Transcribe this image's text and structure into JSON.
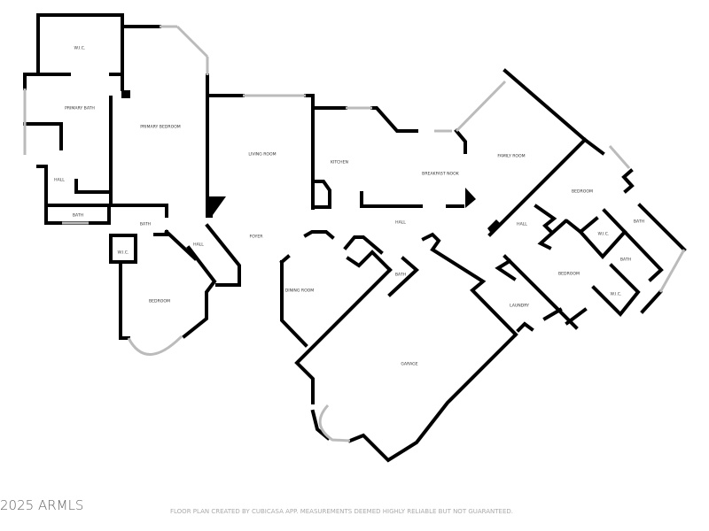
{
  "rooms": [
    {
      "label": "W.I.C."
    },
    {
      "label": "PRIMARY BATH"
    },
    {
      "label": "PRIMARY BEDROOM"
    },
    {
      "label": "LIVING ROOM"
    },
    {
      "label": "KITCHEN"
    },
    {
      "label": "BREAKFAST NOOK"
    },
    {
      "label": "FAMILY ROOM"
    },
    {
      "label": "BEDROOM"
    },
    {
      "label": "HALL"
    },
    {
      "label": "BATH"
    },
    {
      "label": "BATH"
    },
    {
      "label": "HALL"
    },
    {
      "label": "W.I.C."
    },
    {
      "label": "FOYER"
    },
    {
      "label": "HALL"
    },
    {
      "label": "HALL"
    },
    {
      "label": "W.I.C."
    },
    {
      "label": "BATH"
    },
    {
      "label": "BATH"
    },
    {
      "label": "BEDROOM"
    },
    {
      "label": "W.I.C."
    },
    {
      "label": "BATH"
    },
    {
      "label": "DINING ROOM"
    },
    {
      "label": "LAUNDRY"
    },
    {
      "label": "BEDROOM"
    },
    {
      "label": "GARAGE"
    }
  ],
  "footer": {
    "copyright": "2025 ARMLS",
    "disclaimer": "FLOOR PLAN CREATED BY CUBICASA APP. MEASUREMENTS DEEMED HIGHLY RELIABLE BUT NOT GUARANTEED."
  },
  "colors": {
    "wall": "#000000",
    "window": "#bbbbbb",
    "label": "#333333"
  }
}
